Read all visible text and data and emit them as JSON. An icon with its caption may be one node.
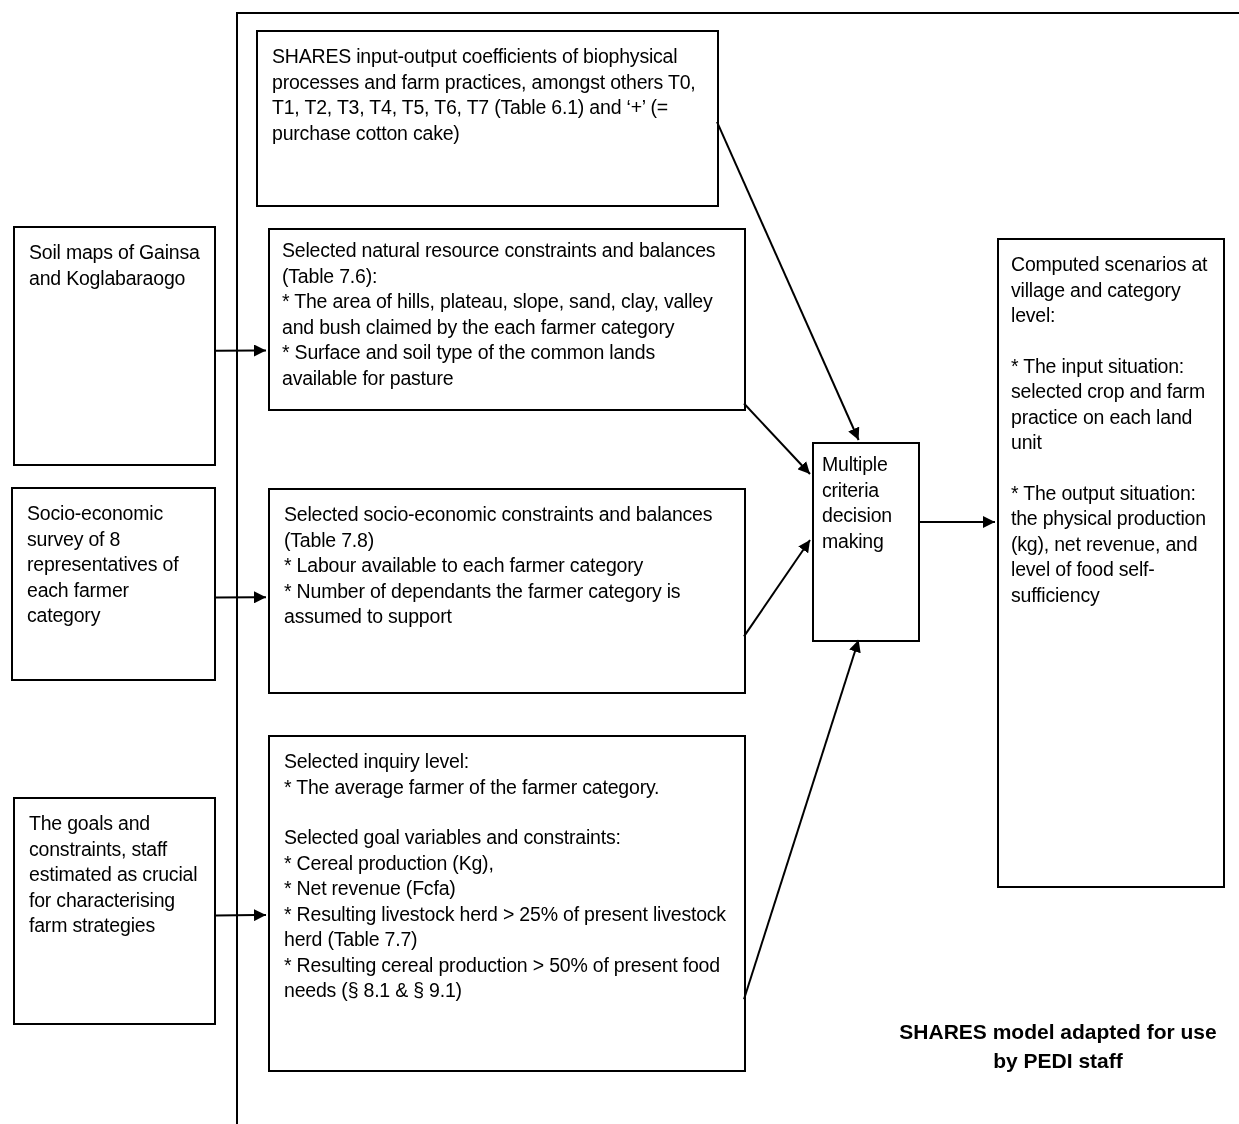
{
  "diagram": {
    "nodes": [
      {
        "text": [
          "SHARES model adapted for use by PEDI staff"
        ]
      },
      {
        "text": [
          "SHARES input-output coefficients of biophysical processes and farm practices, amongst others T0, T1, T2, T3, T4, T5, T6, T7 (Table 6.1) and ‘+’ (= purchase cotton cake)"
        ],
        "in": 0
      },
      {
        "text": [
          "Soil maps of Gainsa and Koglabaraogo"
        ]
      },
      {
        "text": [
          "Selected natural resource constraints and balances (Table 7.6):",
          "* The area of hills, plateau, slope, sand, clay, valley and bush claimed by the each farmer category",
          "* Surface and soil type of the common lands available for pasture"
        ],
        "in": 0
      },
      {
        "text": [
          "Socio-economic survey of 8 representatives of each farmer category"
        ]
      },
      {
        "text": [
          "Selected socio-economic constraints and balances (Table 7.8)",
          "* Labour available to each farmer category",
          "* Number of dependants the farmer category is assumed to support"
        ],
        "in": 0
      },
      {
        "text": [
          "The goals and constraints, staff estimated as crucial for characterising farm strategies"
        ]
      },
      {
        "text": [
          "Selected inquiry level:",
          "* The average farmer of the farmer category.",
          "Selected goal variables and constraints:",
          "* Cereal production (Kg),",
          "* Net revenue (Fcfa)",
          "* Resulting livestock herd > 25%  of present livestock herd (Table 7.7)",
          "* Resulting cereal production > 50%  of present food needs (§ 8.1 & § 9.1)"
        ],
        "in": 0
      },
      {
        "text": [
          "Multiple criteria decision making"
        ],
        "in": 0
      },
      {
        "text": [
          "Computed scenarios at village and category level:",
          "* The input situation: selected crop and farm practice on each land unit",
          "* The output situation: the physical production (kg), net revenue, and level of food self-sufficiency"
        ],
        "in": 0
      }
    ],
    "edges": [
      {
        "from": 2,
        "to": 3,
        "arrow": "to"
      },
      {
        "from": 4,
        "to": 5,
        "arrow": "to"
      },
      {
        "from": 6,
        "to": 7,
        "arrow": "to"
      },
      {
        "from": 1,
        "to": 8,
        "arrow": "to"
      },
      {
        "from": 3,
        "to": 8,
        "arrow": "to"
      },
      {
        "from": 5,
        "to": 8,
        "arrow": "to"
      },
      {
        "from": 7,
        "to": 8,
        "arrow": "to"
      },
      {
        "from": 8,
        "to": 9,
        "arrow": "to"
      }
    ]
  }
}
